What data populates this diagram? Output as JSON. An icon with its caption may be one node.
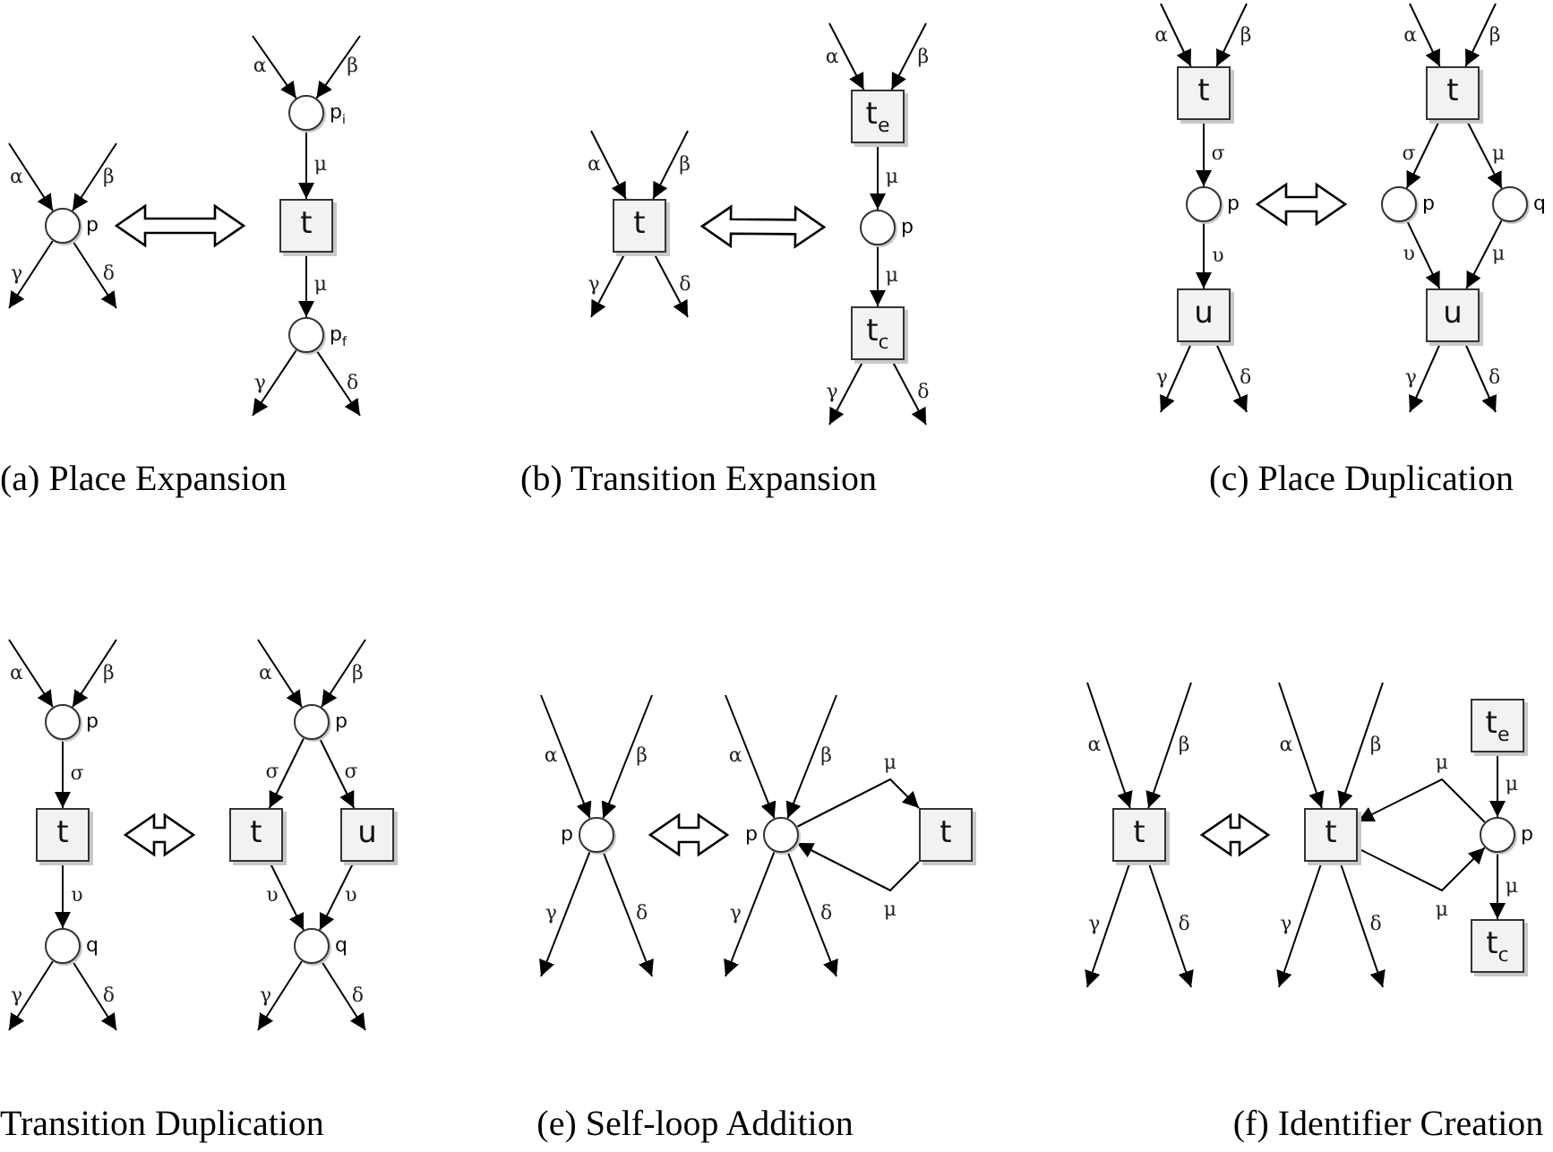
{
  "diagram": {
    "nodes": [
      {
        "text": [],
        "shape": "circle",
        "beside": [
          "p"
        ]
      },
      {
        "text": [],
        "shape": "circle",
        "beside": [
          "p$_{i}$"
        ]
      },
      {
        "text": [
          "t"
        ]
      },
      {
        "text": [],
        "shape": "circle",
        "beside": [
          "p$_{f}$"
        ]
      },
      {
        "text": [
          "t"
        ]
      },
      {
        "text": [
          "t$_{e}$"
        ]
      },
      {
        "text": [],
        "shape": "circle",
        "beside": [
          "p"
        ]
      },
      {
        "text": [
          "t$_{c}$"
        ]
      },
      {
        "text": [
          "t"
        ]
      },
      {
        "text": [],
        "shape": "circle",
        "beside": [
          "p"
        ]
      },
      {
        "text": [
          "u"
        ]
      },
      {
        "text": [
          "t"
        ]
      },
      {
        "text": [],
        "shape": "circle",
        "beside": [
          "p"
        ]
      },
      {
        "text": [],
        "shape": "circle",
        "beside": [
          "q"
        ]
      },
      {
        "text": [
          "u"
        ]
      },
      {
        "text": [],
        "shape": "circle",
        "beside": [
          "p"
        ]
      },
      {
        "text": [
          "t"
        ]
      },
      {
        "text": [],
        "shape": "circle",
        "beside": [
          "q"
        ]
      },
      {
        "text": [],
        "shape": "circle",
        "beside": [
          "p"
        ]
      },
      {
        "text": [
          "t"
        ]
      },
      {
        "text": [
          "u"
        ]
      },
      {
        "text": [],
        "shape": "circle",
        "beside": [
          "q"
        ]
      },
      {
        "text": [],
        "shape": "circle",
        "beside": [
          "p"
        ]
      },
      {
        "text": [],
        "shape": "circle",
        "beside": [
          "p"
        ]
      },
      {
        "text": [
          "t"
        ]
      },
      {
        "text": [
          "t"
        ]
      },
      {
        "text": [
          "t"
        ]
      },
      {
        "text": [
          "t$_{e}$"
        ]
      },
      {
        "text": [],
        "shape": "circle",
        "beside": [
          "p"
        ]
      },
      {
        "text": [
          "t$_{c}$"
        ]
      }
    ],
    "edges": [
      {
        "from": null,
        "to": 0,
        "arrow": "to",
        "label": "α"
      },
      {
        "from": null,
        "to": 0,
        "arrow": "to",
        "label": "β"
      },
      {
        "from": 0,
        "to": null,
        "arrow": "to",
        "label": "γ"
      },
      {
        "from": 0,
        "to": null,
        "arrow": "to",
        "label": "δ"
      },
      {
        "from": null,
        "to": 1,
        "arrow": "to",
        "label": "α"
      },
      {
        "from": null,
        "to": 1,
        "arrow": "to",
        "label": "β"
      },
      {
        "from": 1,
        "to": 2,
        "arrow": "to",
        "label": "μ"
      },
      {
        "from": 2,
        "to": 3,
        "arrow": "to",
        "label": "μ"
      },
      {
        "from": 3,
        "to": null,
        "arrow": "to",
        "label": "γ"
      },
      {
        "from": 3,
        "to": null,
        "arrow": "to",
        "label": "δ"
      },
      {
        "from": 0,
        "to": 2,
        "arrow": "both",
        "style": "thick"
      },
      {
        "from": null,
        "to": 4,
        "arrow": "to",
        "label": "α"
      },
      {
        "from": null,
        "to": 4,
        "arrow": "to",
        "label": "β"
      },
      {
        "from": 4,
        "to": null,
        "arrow": "to",
        "label": "γ"
      },
      {
        "from": 4,
        "to": null,
        "arrow": "to",
        "label": "δ"
      },
      {
        "from": null,
        "to": 5,
        "arrow": "to",
        "label": "α"
      },
      {
        "from": null,
        "to": 5,
        "arrow": "to",
        "label": "β"
      },
      {
        "from": 5,
        "to": 6,
        "arrow": "to",
        "label": "μ"
      },
      {
        "from": 6,
        "to": 7,
        "arrow": "to",
        "label": "μ"
      },
      {
        "from": 7,
        "to": null,
        "arrow": "to",
        "label": "γ"
      },
      {
        "from": 7,
        "to": null,
        "arrow": "to",
        "label": "δ"
      },
      {
        "from": 4,
        "to": 6,
        "arrow": "both",
        "style": "thick"
      },
      {
        "from": null,
        "to": 8,
        "arrow": "to",
        "label": "α"
      },
      {
        "from": null,
        "to": 8,
        "arrow": "to",
        "label": "β"
      },
      {
        "from": 8,
        "to": 9,
        "arrow": "to",
        "label": "σ"
      },
      {
        "from": 9,
        "to": 10,
        "arrow": "to",
        "label": "υ"
      },
      {
        "from": 10,
        "to": null,
        "arrow": "to",
        "label": "γ"
      },
      {
        "from": 10,
        "to": null,
        "arrow": "to",
        "label": "δ"
      },
      {
        "from": null,
        "to": 11,
        "arrow": "to",
        "label": "α"
      },
      {
        "from": null,
        "to": 11,
        "arrow": "to",
        "label": "β"
      },
      {
        "from": 11,
        "to": 12,
        "arrow": "to",
        "label": "σ"
      },
      {
        "from": 11,
        "to": 13,
        "arrow": "to",
        "label": "μ"
      },
      {
        "from": 12,
        "to": 14,
        "arrow": "to",
        "label": "υ"
      },
      {
        "from": 13,
        "to": 14,
        "arrow": "to",
        "label": "μ"
      },
      {
        "from": 14,
        "to": null,
        "arrow": "to",
        "label": "γ"
      },
      {
        "from": 14,
        "to": null,
        "arrow": "to",
        "label": "δ"
      },
      {
        "from": 9,
        "to": 12,
        "arrow": "both",
        "style": "thick"
      },
      {
        "from": null,
        "to": 15,
        "arrow": "to",
        "label": "α"
      },
      {
        "from": null,
        "to": 15,
        "arrow": "to",
        "label": "β"
      },
      {
        "from": 15,
        "to": 16,
        "arrow": "to",
        "label": "σ"
      },
      {
        "from": 16,
        "to": 17,
        "arrow": "to",
        "label": "υ"
      },
      {
        "from": 17,
        "to": null,
        "arrow": "to",
        "label": "γ"
      },
      {
        "from": 17,
        "to": null,
        "arrow": "to",
        "label": "δ"
      },
      {
        "from": null,
        "to": 18,
        "arrow": "to",
        "label": "α"
      },
      {
        "from": null,
        "to": 18,
        "arrow": "to",
        "label": "β"
      },
      {
        "from": 18,
        "to": 19,
        "arrow": "to",
        "label": "σ"
      },
      {
        "from": 18,
        "to": 20,
        "arrow": "to",
        "label": "σ"
      },
      {
        "from": 19,
        "to": 21,
        "arrow": "to",
        "label": "υ"
      },
      {
        "from": 20,
        "to": 21,
        "arrow": "to",
        "label": "υ"
      },
      {
        "from": 21,
        "to": null,
        "arrow": "to",
        "label": "γ"
      },
      {
        "from": 21,
        "to": null,
        "arrow": "to",
        "label": "δ"
      },
      {
        "from": 16,
        "to": 19,
        "arrow": "both",
        "style": "thick"
      },
      {
        "from": null,
        "to": 22,
        "arrow": "to",
        "label": "α"
      },
      {
        "from": null,
        "to": 22,
        "arrow": "to",
        "label": "β"
      },
      {
        "from": 22,
        "to": null,
        "arrow": "to",
        "label": "γ"
      },
      {
        "from": 22,
        "to": null,
        "arrow": "to",
        "label": "δ"
      },
      {
        "from": null,
        "to": 23,
        "arrow": "to",
        "label": "α"
      },
      {
        "from": null,
        "to": 23,
        "arrow": "to",
        "label": "β"
      },
      {
        "from": 23,
        "to": null,
        "arrow": "to",
        "label": "γ"
      },
      {
        "from": 23,
        "to": null,
        "arrow": "to",
        "label": "δ"
      },
      {
        "from": 23,
        "to": 24,
        "arrow": "to",
        "label": "μ"
      },
      {
        "from": 24,
        "to": 23,
        "arrow": "to",
        "label": "μ"
      },
      {
        "from": 22,
        "to": 23,
        "arrow": "both",
        "style": "thick"
      },
      {
        "from": null,
        "to": 25,
        "arrow": "to",
        "label": "α"
      },
      {
        "from": null,
        "to": 25,
        "arrow": "to",
        "label": "β"
      },
      {
        "from": 25,
        "to": null,
        "arrow": "to",
        "label": "γ"
      },
      {
        "from": 25,
        "to": null,
        "arrow": "to",
        "label": "δ"
      },
      {
        "from": null,
        "to": 26,
        "arrow": "to",
        "label": "α"
      },
      {
        "from": null,
        "to": 26,
        "arrow": "to",
        "label": "β"
      },
      {
        "from": 26,
        "to": null,
        "arrow": "to",
        "label": "γ"
      },
      {
        "from": 26,
        "to": null,
        "arrow": "to",
        "label": "δ"
      },
      {
        "from": 28,
        "to": 26,
        "arrow": "to",
        "label": "μ"
      },
      {
        "from": 26,
        "to": 28,
        "arrow": "to",
        "label": "μ"
      },
      {
        "from": 27,
        "to": 28,
        "arrow": "to",
        "label": "μ"
      },
      {
        "from": 28,
        "to": 29,
        "arrow": "to",
        "label": "μ"
      },
      {
        "from": 25,
        "to": 26,
        "arrow": "both",
        "style": "thick"
      }
    ],
    "labels": [
      "(a) Place Expansion",
      "(b) Transition Expansion",
      "(c) Place Duplication",
      "Transition Duplication",
      "(e) Self-loop Addition",
      "(f) Identifier Creation"
    ]
  }
}
